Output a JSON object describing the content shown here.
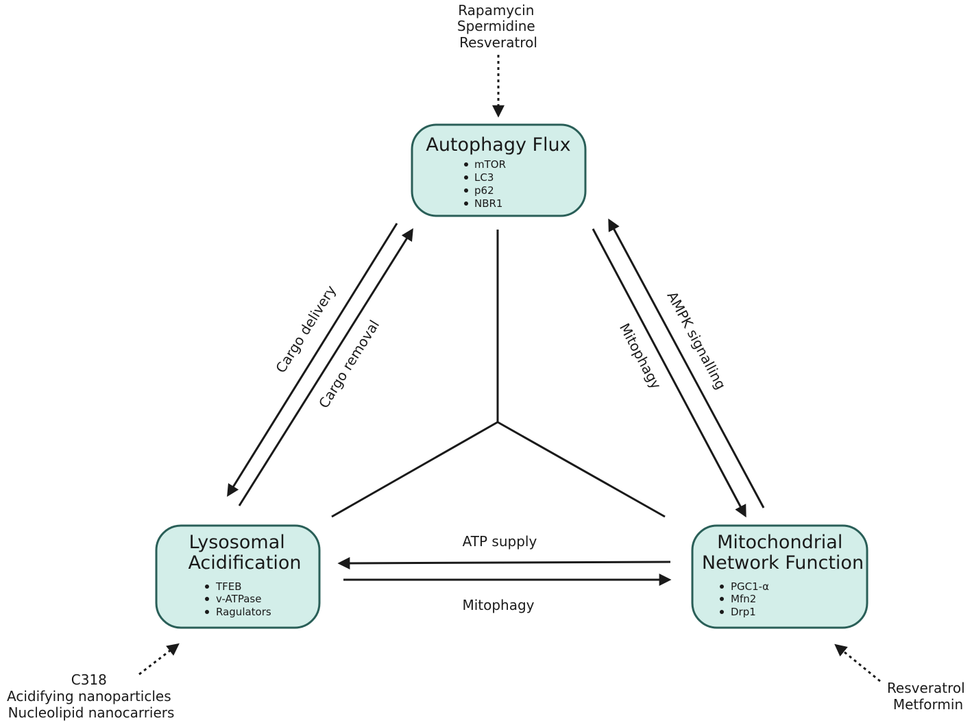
{
  "nodes": {
    "autophagy": {
      "title": [
        "Autophagy Flux"
      ],
      "items": [
        "mTOR",
        "LC3",
        "p62",
        "NBR1"
      ]
    },
    "lysosomal": {
      "title": [
        "Lysosomal",
        "Acidification"
      ],
      "items": [
        "TFEB",
        "v-ATPase",
        "Ragulators"
      ]
    },
    "mitochondrial": {
      "title": [
        "Mitochondrial",
        "Network Function"
      ],
      "items": [
        "PGC1-α",
        "Mfn2",
        "Drp1"
      ]
    }
  },
  "edges": {
    "cargo_delivery": "Cargo delivery",
    "cargo_removal": "Cargo removal",
    "mitophagy_right": "Mitophagy",
    "ampk_signalling": "AMPK signalling",
    "atp_supply": "ATP supply",
    "mitophagy_bottom": "Mitophagy"
  },
  "interventions": {
    "autophagy": [
      "Rapamycin",
      "Spermidine",
      "Resveratrol"
    ],
    "lysosomal": [
      "C318",
      "Acidifying nanoparticles",
      "Nucleolipid nanocarriers"
    ],
    "mitochondrial": [
      "Resveratrol",
      "Metformin"
    ]
  },
  "colors": {
    "node_fill": "#d3eee9",
    "node_border": "#2a5f58",
    "line": "#1a1a1a"
  }
}
